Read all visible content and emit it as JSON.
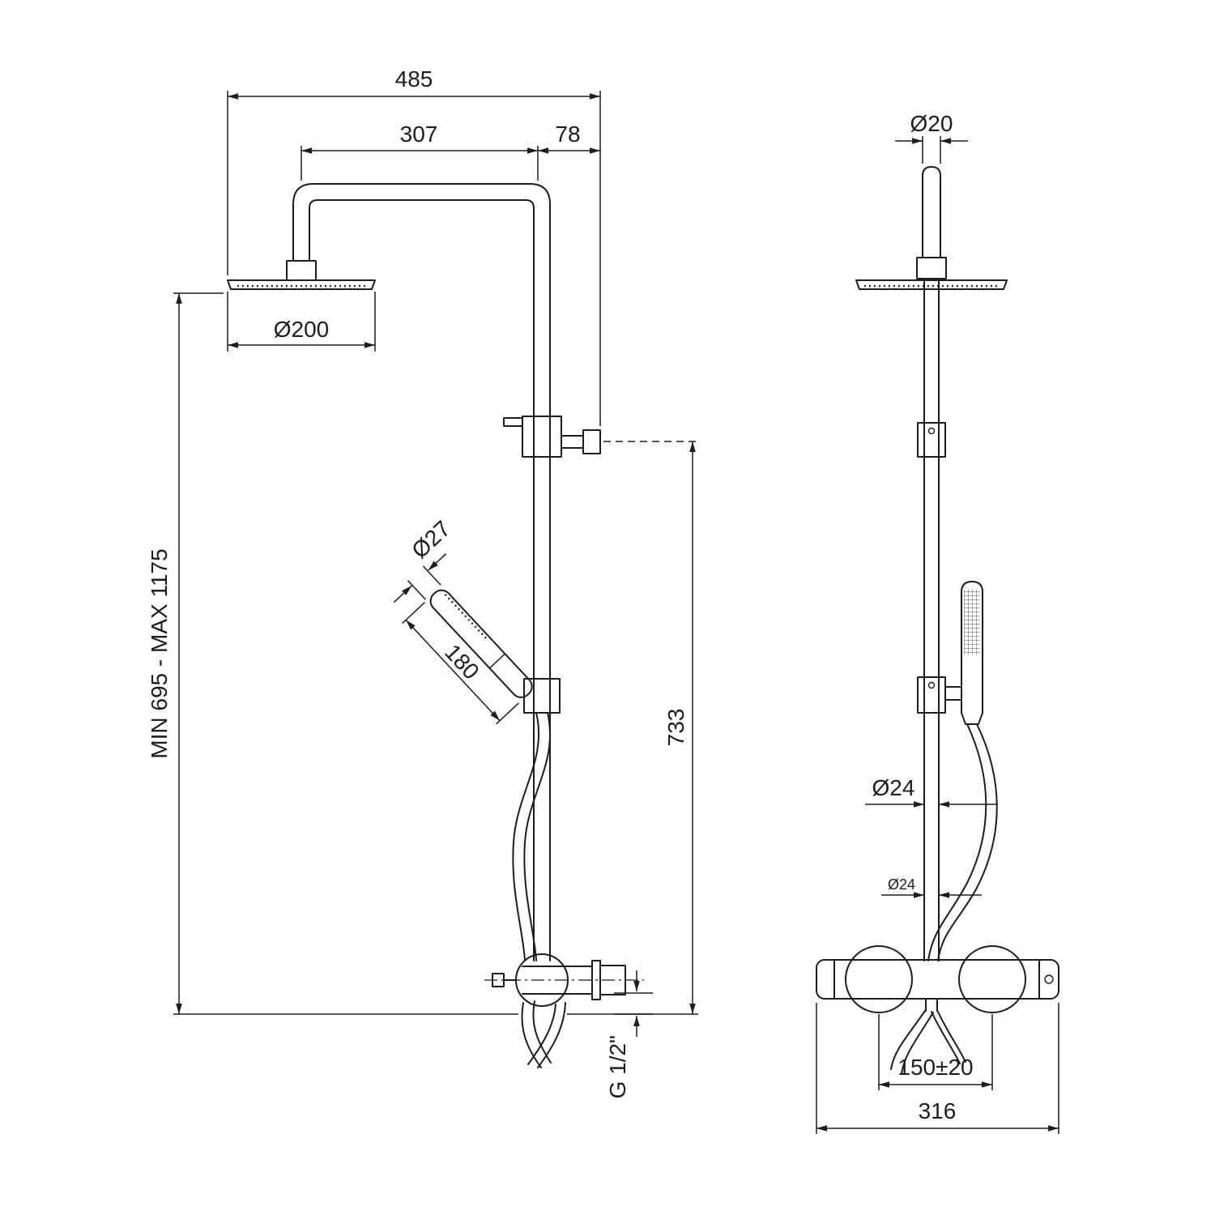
{
  "drawing": {
    "background": "#ffffff",
    "line_color": "#1d1d1b",
    "subject": "thermostatic shower column technical drawing, front and side views"
  },
  "front_view": {
    "dim_overall_width": "485",
    "dim_arm_reach": "307",
    "dim_head_offset": "78",
    "dim_head_diameter": "Ø200",
    "dim_handshower_diameter": "Ø27",
    "dim_handshower_length": "180",
    "dim_height_range": "MIN 695 - MAX 1175",
    "dim_outlet_height": "733",
    "dim_outlet_thread": "G 1/2\""
  },
  "side_view": {
    "dim_arm_pipe_diameter": "Ø20",
    "dim_riser_diameter": "Ø24",
    "dim_riser_diameter_lower": "Ø24",
    "dim_inlet_spacing": "150±20",
    "dim_valve_width": "316"
  }
}
